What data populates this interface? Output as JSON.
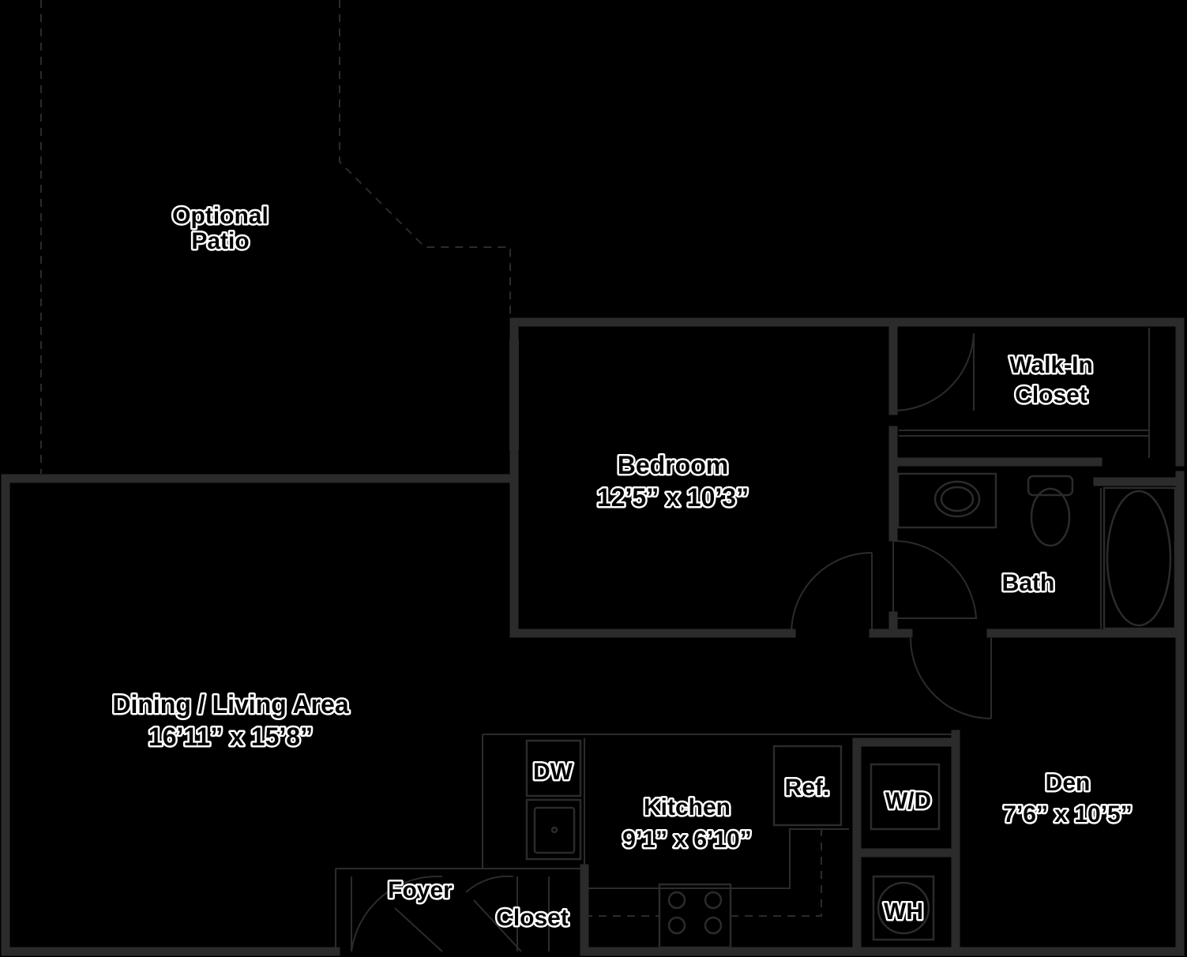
{
  "rooms": {
    "patio": {
      "line1": "Optional",
      "line2": "Patio"
    },
    "walkin": {
      "line1": "Walk-In",
      "line2": "Closet"
    },
    "bedroom": {
      "name": "Bedroom",
      "size": "12’5” x 10’3”"
    },
    "bath": {
      "name": "Bath"
    },
    "dining": {
      "name": "Dining / Living Area",
      "size": "16’11” x 15’8”"
    },
    "den": {
      "name": "Den",
      "size": "7’6” x 10’5”"
    },
    "kitchen": {
      "name": "Kitchen",
      "size": "9’1” x 6’10”"
    },
    "foyer": {
      "name": "Foyer"
    },
    "closet": {
      "name": "Closet"
    }
  },
  "fixtures": {
    "dw": "DW",
    "ref": "Ref.",
    "wd": "W/D",
    "wh": "WH"
  },
  "colors": {
    "background": "#000000",
    "wall": "#2b2b2b",
    "label_fill": "#000000",
    "label_outline": "#ffffff"
  }
}
